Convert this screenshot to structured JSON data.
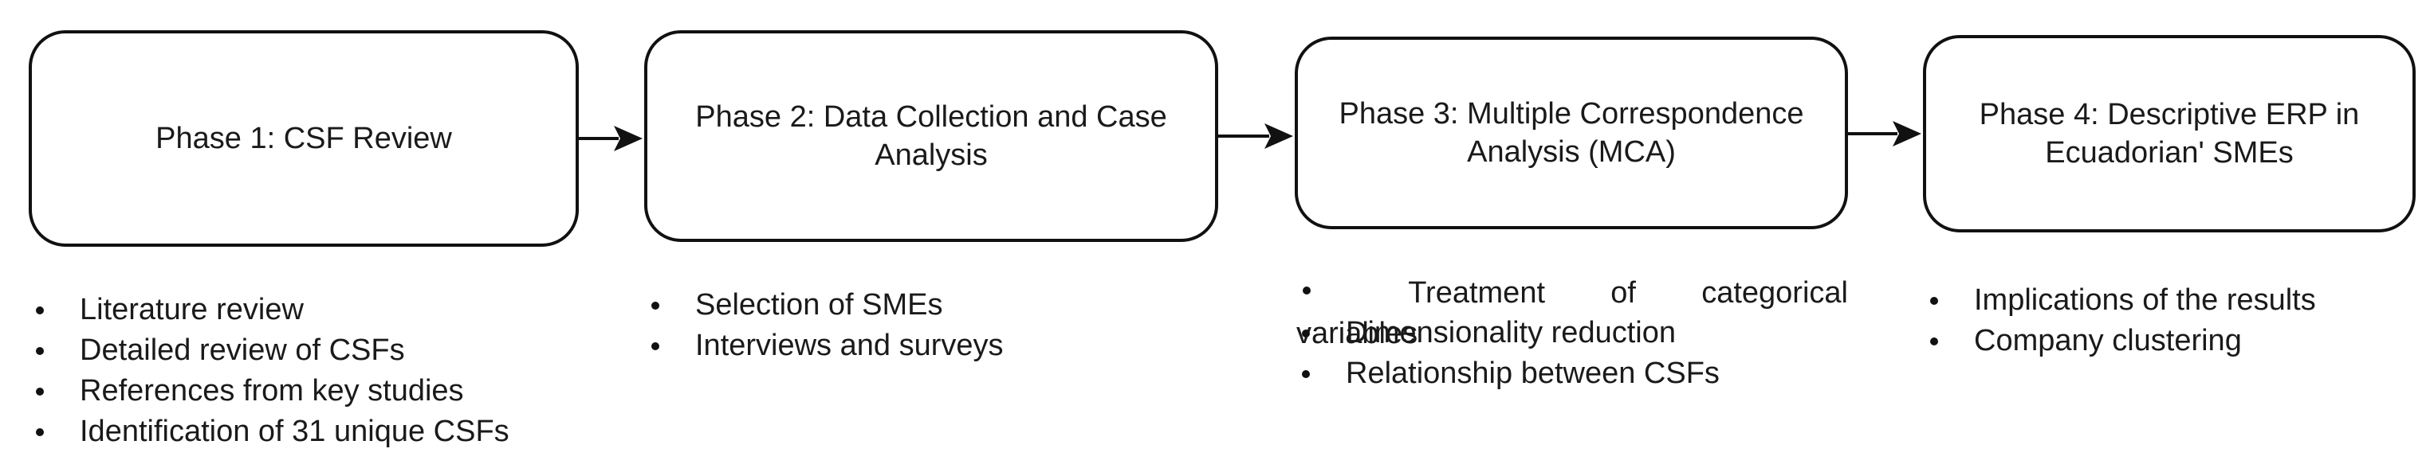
{
  "phases": [
    {
      "title": "Phase 1: CSF Review",
      "items": [
        "Literature review",
        "Detailed review of CSFs",
        "References from key studies",
        "Identification of 31 unique CSFs"
      ]
    },
    {
      "title": "Phase 2: Data Collection and Case Analysis",
      "items": [
        "Selection of SMEs",
        "Interviews and surveys"
      ]
    },
    {
      "title": "Phase 3: Multiple Correspondence Analysis (MCA)",
      "first_item": {
        "words": [
          "Treatment",
          "of",
          "categorical"
        ],
        "continuation": "variables"
      },
      "items": [
        "Dimensionality reduction",
        "Relationship between CSFs"
      ]
    },
    {
      "title": "Phase 4: Descriptive ERP in Ecuadorian' SMEs",
      "items": [
        "Implications of the results",
        "Company clustering"
      ]
    }
  ],
  "colors": {
    "stroke": "#111111",
    "background": "#ffffff",
    "text": "#1a1a1a"
  }
}
